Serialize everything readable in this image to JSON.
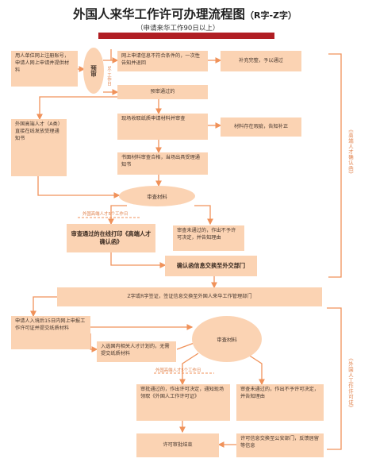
{
  "title": {
    "main": "外国人来华工作许可办理流程图",
    "suffix": "（R字-Z字）",
    "subtitle": "（申请来华工作90日以上）"
  },
  "nodes": {
    "employer_register": "用人单位网上注册账号，申请人网上申请并提供材料",
    "pre_review": "预审",
    "five_days_1": "5个工作日",
    "not_meet": "网上申请信息不符合条件的，一次性告知并退回",
    "supplement": "补充完整，予以通过",
    "pre_passed": "预审通过的",
    "talent_a": "外国高端人才（A类）直接在线发放受理通知书",
    "collect_paper": "现场收取纸质申请材料并审查",
    "material_issue": "材料存在瑕疵，告知补正",
    "paper_ok": "书面材料审查合格，当场出具受理通知书",
    "review_1": "审查材料",
    "five_days_2": "外国高端人才5个工作日",
    "print_letter": "审查通过的在线打印《高端人才确认函》",
    "not_pass_1": "审查未通过的，作出不予许可决定，并告知理由",
    "exchange_foreign": "确认函信息交换至外交部门",
    "visa": "Z字或R字签证，签证信息交换至外国人来华工作管理部门",
    "apply_15": "申请人入境后15日内网上申报工作许可证并提交纸质材料",
    "in_plan": "入选国内相关人才计划的，无需提交纸质材料",
    "review_2": "审查材料",
    "five_days_3": "外国高端人才5个工作日",
    "approve": "审批通过的，作出许可决定，通知现场领取《外国人工作许可证》",
    "not_pass_2": "审查未通过的，作出不予许可决定，并告知理由",
    "end": "许可审批结束",
    "exchange_police": "许可信息交换至公安部门，反馈居留等信息"
  },
  "side_labels": {
    "upper": "《高端人才确认函》",
    "lower": "《外国人工作许可证》"
  },
  "colors": {
    "box": "#fbd3b3",
    "arrow": "#f0925a",
    "title_bar": "#b01e23"
  }
}
